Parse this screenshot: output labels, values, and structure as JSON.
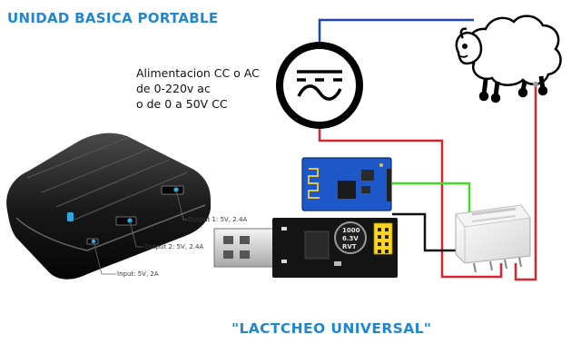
{
  "title": "UNIDAD BASICA PORTABLE",
  "power_supply": {
    "lines": [
      "Alimentacion CC o AC",
      "de 0-220v ac",
      "o de 0 a 50V CC"
    ]
  },
  "powerbank": {
    "output1": "Output 1: 5V, 2.4A",
    "output2": "Output 2: 5V, 2.4A",
    "input": "Input: 5V, 2A"
  },
  "capacitor": {
    "lines": [
      "1000",
      "6.3V",
      "RVT"
    ]
  },
  "caption": "\"LACTCHEO UNIVERSAL\"",
  "colors": {
    "title": "#1f86d4",
    "wire_red": "#d9252f",
    "wire_blue": "#1c44c8",
    "wire_green": "#3fdc22",
    "wire_black": "#111111"
  }
}
